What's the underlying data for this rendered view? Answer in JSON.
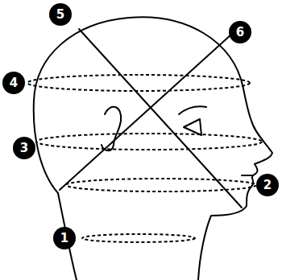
{
  "diagram": {
    "labels": [
      "5",
      "6",
      "4",
      "3",
      "2",
      "1"
    ]
  }
}
